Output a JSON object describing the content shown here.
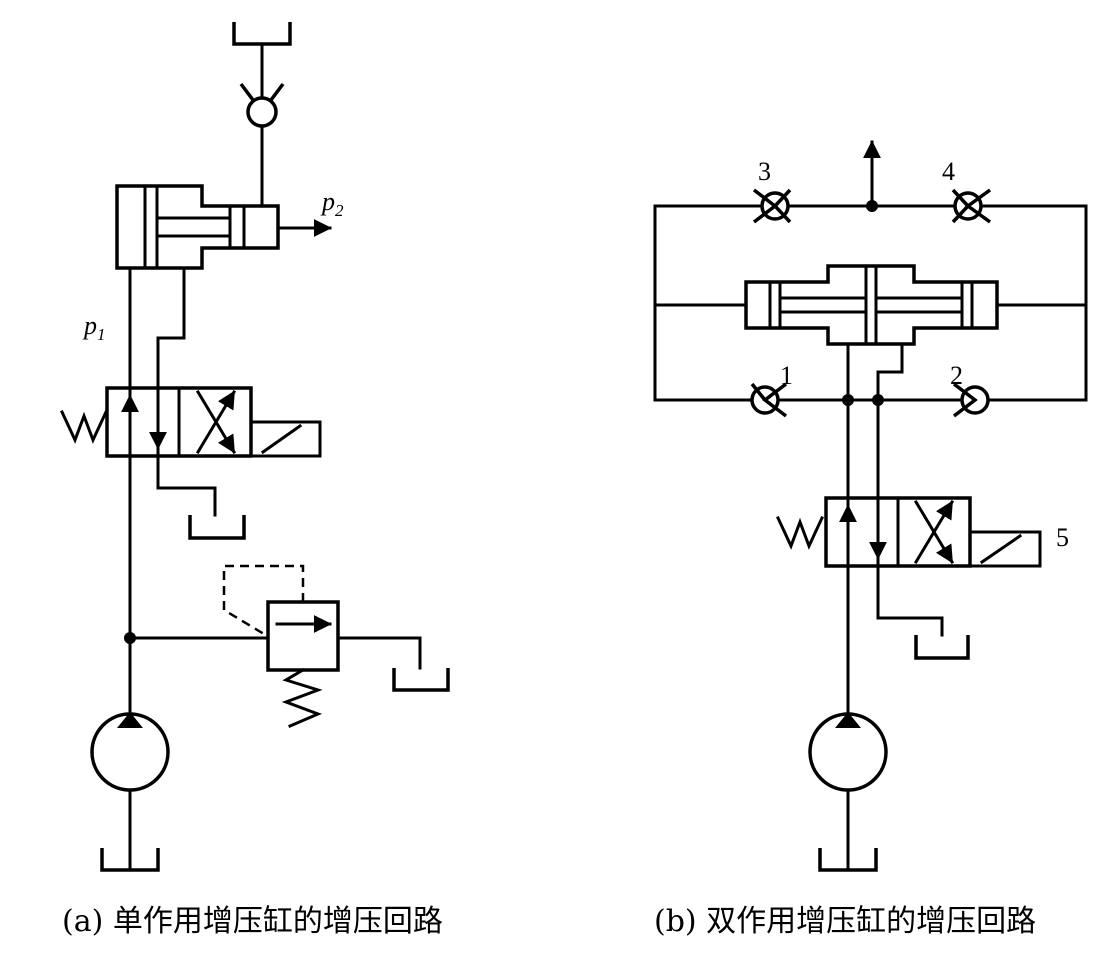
{
  "diagram_a": {
    "caption": "(a) 单作用增压缸的增压回路",
    "p1_symbol": "p",
    "p1_sub": "1",
    "p2_symbol": "p",
    "p2_sub": "2"
  },
  "diagram_b": {
    "caption": "(b) 双作用增压缸的增压回路",
    "label_1": "1",
    "label_2": "2",
    "label_3": "3",
    "label_4": "4",
    "label_5": "5"
  }
}
